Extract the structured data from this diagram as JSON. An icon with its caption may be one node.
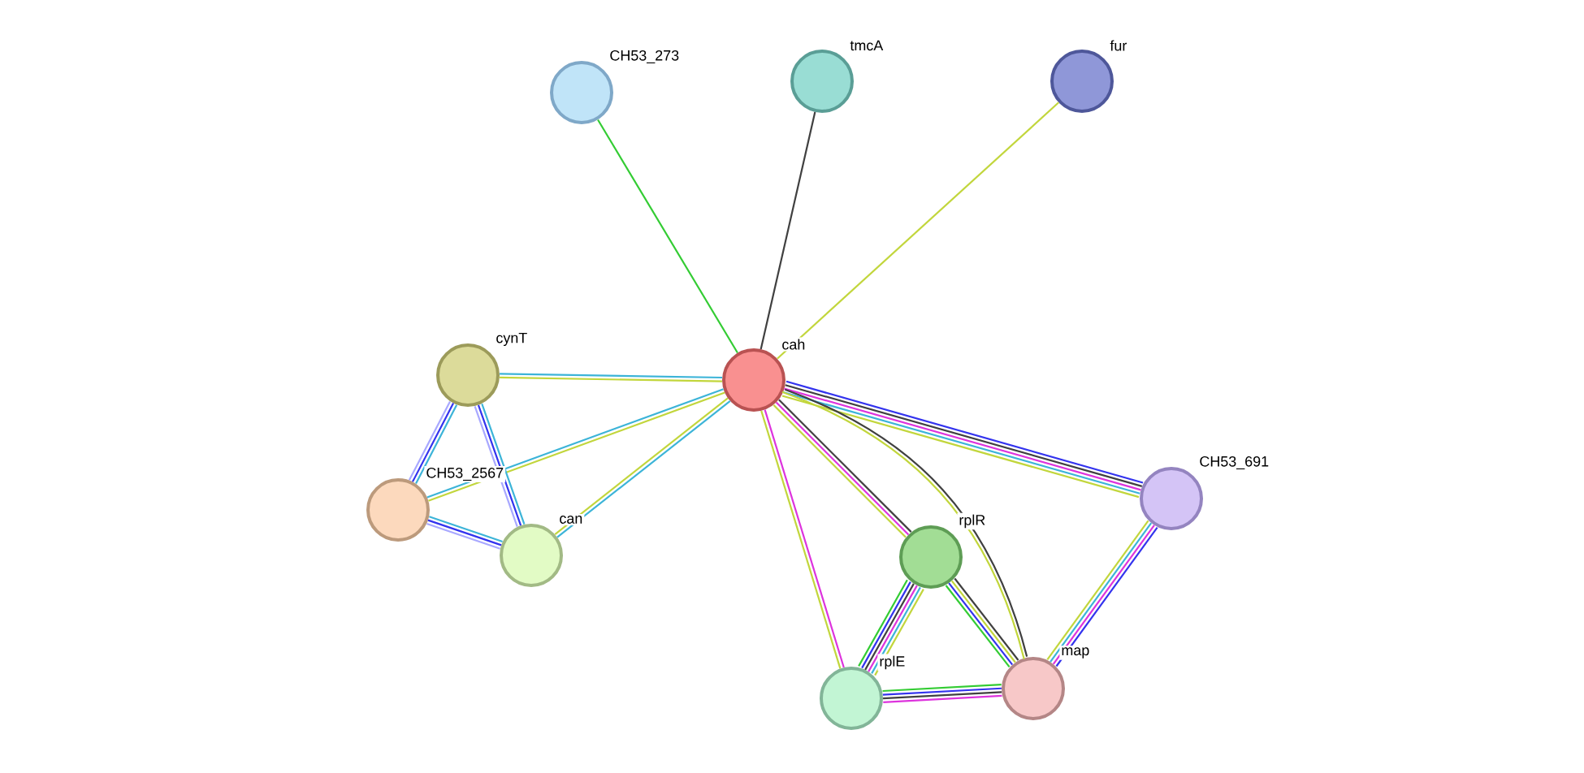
{
  "diagram": {
    "nodes": [
      {
        "text": [],
        "shape": "circle",
        "beside": [
          "CH53_273"
        ]
      },
      {
        "text": [],
        "shape": "circle",
        "beside": [
          "tmcA"
        ]
      },
      {
        "text": [],
        "shape": "circle",
        "beside": [
          "fur"
        ]
      },
      {
        "text": [],
        "shape": "circle",
        "beside": [
          "cah"
        ]
      },
      {
        "text": [],
        "shape": "circle",
        "beside": [
          "cynT"
        ]
      },
      {
        "text": [],
        "shape": "circle",
        "beside": [
          "CH53_2567"
        ]
      },
      {
        "text": [],
        "shape": "circle",
        "beside": [
          "can"
        ]
      },
      {
        "text": [],
        "shape": "circle",
        "beside": [
          "CH53_691"
        ]
      },
      {
        "text": [],
        "shape": "circle",
        "beside": [
          "rplR"
        ]
      },
      {
        "text": [],
        "shape": "circle",
        "beside": [
          "rplE"
        ]
      },
      {
        "text": [],
        "shape": "circle",
        "beside": [
          "map"
        ]
      }
    ],
    "edges": [
      {
        "from": 0,
        "to": 3,
        "arrow": "none",
        "color": "#33cc33"
      },
      {
        "from": 1,
        "to": 3,
        "arrow": "none",
        "color": "#404040"
      },
      {
        "from": 2,
        "to": 3,
        "arrow": "none",
        "color": "#c2d63c"
      },
      {
        "from": 4,
        "to": 3,
        "arrow": "none",
        "color": "#3cb4d8"
      },
      {
        "from": 5,
        "to": 3,
        "arrow": "none",
        "color": "#3cb4d8"
      },
      {
        "from": 6,
        "to": 3,
        "arrow": "none",
        "color": "#3cb4d8"
      },
      {
        "from": 4,
        "to": 5,
        "arrow": "none",
        "color": "#3333ee"
      },
      {
        "from": 4,
        "to": 6,
        "arrow": "none",
        "color": "#a8a8ff"
      },
      {
        "from": 5,
        "to": 6,
        "arrow": "none",
        "color": "#3333ee"
      },
      {
        "from": 3,
        "to": 7,
        "arrow": "none",
        "color": "#404040"
      },
      {
        "from": 3,
        "to": 8,
        "arrow": "none",
        "color": "#404040"
      },
      {
        "from": 3,
        "to": 9,
        "arrow": "none",
        "color": "#c2d63c"
      },
      {
        "from": 3,
        "to": 10,
        "arrow": "none",
        "color": "#404040"
      },
      {
        "from": 8,
        "to": 9,
        "arrow": "none",
        "color": "#33cc33"
      },
      {
        "from": 8,
        "to": 10,
        "arrow": "none",
        "color": "#c2d63c"
      },
      {
        "from": 9,
        "to": 10,
        "arrow": "none",
        "color": "#404040"
      },
      {
        "from": 7,
        "to": 10,
        "arrow": "none",
        "color": "#3333ee"
      }
    ]
  }
}
